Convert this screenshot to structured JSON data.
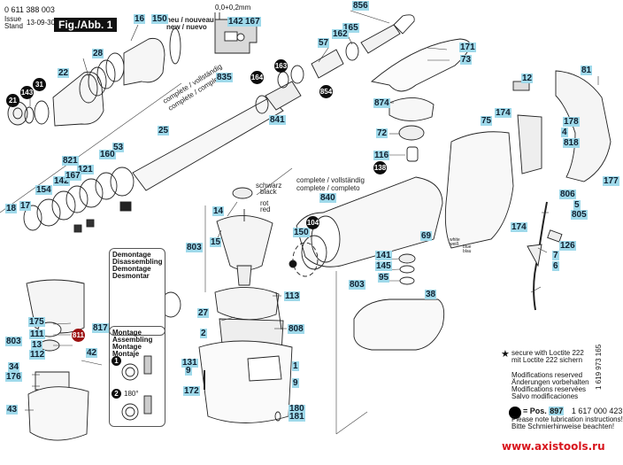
{
  "header": {
    "part_number": "0 611 388 003",
    "issue_label_1": "Issue",
    "issue_label_2": "Stand",
    "issue_date": "13-09-30",
    "figure_title": "Fig./Abb. 1",
    "tolerance": "0,0+0,2mm"
  },
  "annotations": {
    "neu_line1": "neu / nouveau",
    "neu_line2": "new / nuevo",
    "complete_a_line1": "complete / vollständig",
    "complete_a_line2": "complete / completo",
    "complete_b_line1": "complete / vollständig",
    "complete_b_line2": "complete / completo",
    "schwarz": "schwarz",
    "black": "black",
    "rot": "rot",
    "red": "red",
    "white_weiss": "white weiß",
    "blue_blau": "blue blau"
  },
  "labels": {
    "l16": "16",
    "l150a": "150",
    "l28": "28",
    "l22": "22",
    "l142a": "142",
    "l167a": "167",
    "l856": "856",
    "l165": "165",
    "l162": "162",
    "l57": "57",
    "l835": "835",
    "l841": "841",
    "l171": "171",
    "l73": "73",
    "l81": "81",
    "l12": "12",
    "l874": "874",
    "l72": "72",
    "l116": "116",
    "l25": "25",
    "l53": "53",
    "l160": "160",
    "l821": "821",
    "l121": "121",
    "l142b": "142",
    "l167b": "167",
    "l154": "154",
    "l17": "17",
    "l18": "18",
    "l14": "14",
    "l15": "15",
    "l803a": "803",
    "l840": "840",
    "l150b": "150",
    "l75": "75",
    "l174a": "174",
    "l178": "178",
    "l4": "4",
    "l818": "818",
    "l177": "177",
    "l806": "806",
    "l5": "5",
    "l805": "805",
    "l174b": "174",
    "l69": "69",
    "l126": "126",
    "l7": "7",
    "l6": "6",
    "l141": "141",
    "l145": "145",
    "l95": "95",
    "l803b": "803",
    "l38": "38",
    "l113": "113",
    "l27": "27",
    "l2": "2",
    "l808": "808",
    "l131": "131",
    "l9a": "9",
    "l172": "172",
    "l1": "1",
    "l9b": "9",
    "l180": "180",
    "l181": "181",
    "l175": "175",
    "l803c": "803",
    "l111": "111",
    "l13": "13",
    "l112": "112",
    "l817": "817",
    "l42": "42",
    "l34": "34",
    "l176": "176",
    "l43": "43"
  },
  "lubrication_markers": {
    "b21": "21",
    "b143": "143",
    "b31": "31",
    "b164": "164",
    "b163": "163",
    "b854": "854",
    "b138": "138",
    "b104": "104",
    "b811": "811"
  },
  "instruction_boxes": {
    "disassembly": [
      "Demontage",
      "Disassembling",
      "Demontage",
      "Desmontar"
    ],
    "assembly": [
      "Montage",
      "Assembling",
      "Montage",
      "Montaje"
    ],
    "step1": "1",
    "step2": "2",
    "angle": "180°"
  },
  "notes": {
    "star_line1": "secure with Loctite 222",
    "star_line2": "mit Loctite 222 sichern",
    "mod_1": "Modifications reserved",
    "mod_2": "Änderungen vorbehalten",
    "mod_3": "Modifications reservées",
    "mod_4": "Salvo modificaciones",
    "pos_prefix": "= Pos.",
    "pos_number": "897",
    "pos_part": "1 617 000 423",
    "lub_1": "Please note lubrication instructions!",
    "lub_2": "Bitte Schmierhinweise beachten!",
    "doc_number": "1 619 973 165"
  },
  "footer": {
    "website": "www.axistools.ru",
    "website_color": "#d8151d"
  },
  "colors": {
    "label_bg": "#9fd9ea",
    "marker_bg": "#0d0d0d",
    "marker_red": "#9b1010"
  }
}
